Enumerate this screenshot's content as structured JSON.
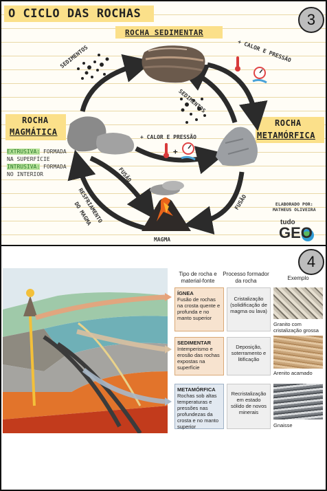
{
  "p3": {
    "number": "3",
    "title": "O CICLO DAS ROCHAS",
    "sedimentar": "ROCHA SEDIMENTAR",
    "magmatica_1": "ROCHA",
    "magmatica_2": "MAGMÁTICA",
    "metamorfica_1": "ROCHA",
    "metamorfica_2": "METAMÓRFICA",
    "sedimentos_left": "SEDIMENTOS",
    "sedimentos_mid": "SEDIMENTOS",
    "calor_top": "+ CALOR E PRESSÃO",
    "calor_mid": "+ CALOR E PRESSÃO",
    "extrusiva_hl": "EXTRUSIVA:",
    "extrusiva_txt": " FORMADA",
    "extrusiva_txt2": "NA SUPERFÍCIE",
    "intrusiva_hl": "INTRUSIVA:",
    "intrusiva_txt": " FORMADA",
    "intrusiva_txt2": "NO INTERIOR",
    "fusao_left": "FUSÃO",
    "fusao_right": "FUSÃO",
    "resfriamento_1": "RESFRIAMENTO",
    "resfriamento_2": "DO MAGMA",
    "magma": "MAGMA",
    "elaborado_1": "ELABORADO POR:",
    "elaborado_2": "MATHEUS OLIVEIRA",
    "logo_small": "tudo",
    "logo_big": "GEO"
  },
  "p4": {
    "number": "4",
    "header_tipo": "Tipo de rocha e material-fonte",
    "header_processo": "Processo formador da rocha",
    "header_exemplo": "Exemplo",
    "rows": [
      {
        "type": "ÍGNEA",
        "source": "Fusão de rochas na crosta quente e profunda e no manto superior",
        "process": "Cristalização (solidificação de magma ou lava)",
        "example": "Granito com cristalização grossa"
      },
      {
        "type": "SEDIMENTAR",
        "source": "Intemperismo e erosão das rochas expostas na superfície",
        "process": "Deposição, soterramento e litificação",
        "example": "Arenito acamado"
      },
      {
        "type": "METAMÓRFICA",
        "source": "Rochas sob altas temperaturas e pressões nas profundezas da crosta e no manto superior",
        "process": "Recristalização em estado sólido de novos minerais",
        "example": "Gnaisse"
      }
    ]
  }
}
